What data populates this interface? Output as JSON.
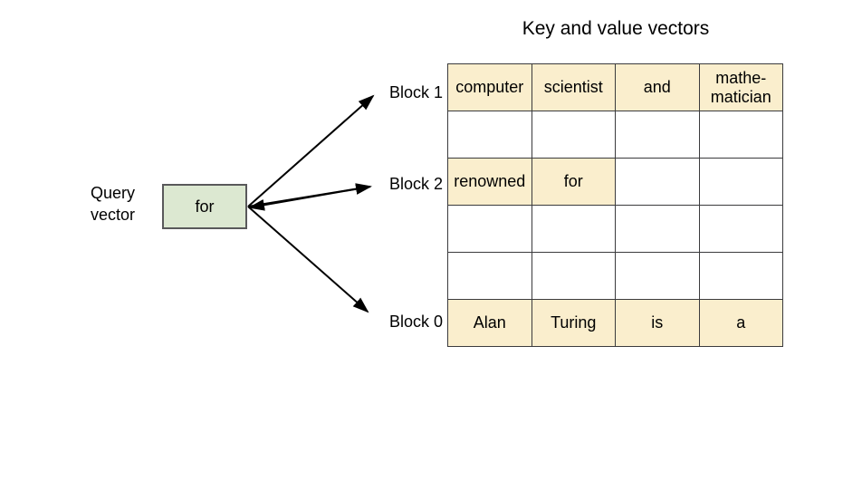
{
  "title": "Key and value vectors",
  "query": {
    "label_line1": "Query",
    "label_line2": "vector",
    "token": "for",
    "box_color": "#dce8d1",
    "border_color": "#59595b"
  },
  "block_labels": {
    "block1": "Block 1",
    "block2": "Block 2",
    "block0": "Block 0"
  },
  "table": {
    "fill_color": "#faeecd",
    "empty_color": "#ffffff",
    "border_color": "#3b3b3d",
    "columns": 4,
    "rows": 6,
    "cells": [
      [
        {
          "text": "computer",
          "filled": true
        },
        {
          "text": "scientist",
          "filled": true
        },
        {
          "text": "and",
          "filled": true
        },
        {
          "text": "mathe-matician",
          "filled": true
        }
      ],
      [
        {
          "text": "",
          "filled": false
        },
        {
          "text": "",
          "filled": false
        },
        {
          "text": "",
          "filled": false
        },
        {
          "text": "",
          "filled": false
        }
      ],
      [
        {
          "text": "renowned",
          "filled": true
        },
        {
          "text": "for",
          "filled": true
        },
        {
          "text": "",
          "filled": false
        },
        {
          "text": "",
          "filled": false
        }
      ],
      [
        {
          "text": "",
          "filled": false
        },
        {
          "text": "",
          "filled": false
        },
        {
          "text": "",
          "filled": false
        },
        {
          "text": "",
          "filled": false
        }
      ],
      [
        {
          "text": "",
          "filled": false
        },
        {
          "text": "",
          "filled": false
        },
        {
          "text": "",
          "filled": false
        },
        {
          "text": "",
          "filled": false
        }
      ],
      [
        {
          "text": "Alan",
          "filled": true
        },
        {
          "text": "Turing",
          "filled": true
        },
        {
          "text": "is",
          "filled": true
        },
        {
          "text": "a",
          "filled": true
        }
      ]
    ]
  },
  "arrows": {
    "color": "#000000",
    "count": 3
  }
}
